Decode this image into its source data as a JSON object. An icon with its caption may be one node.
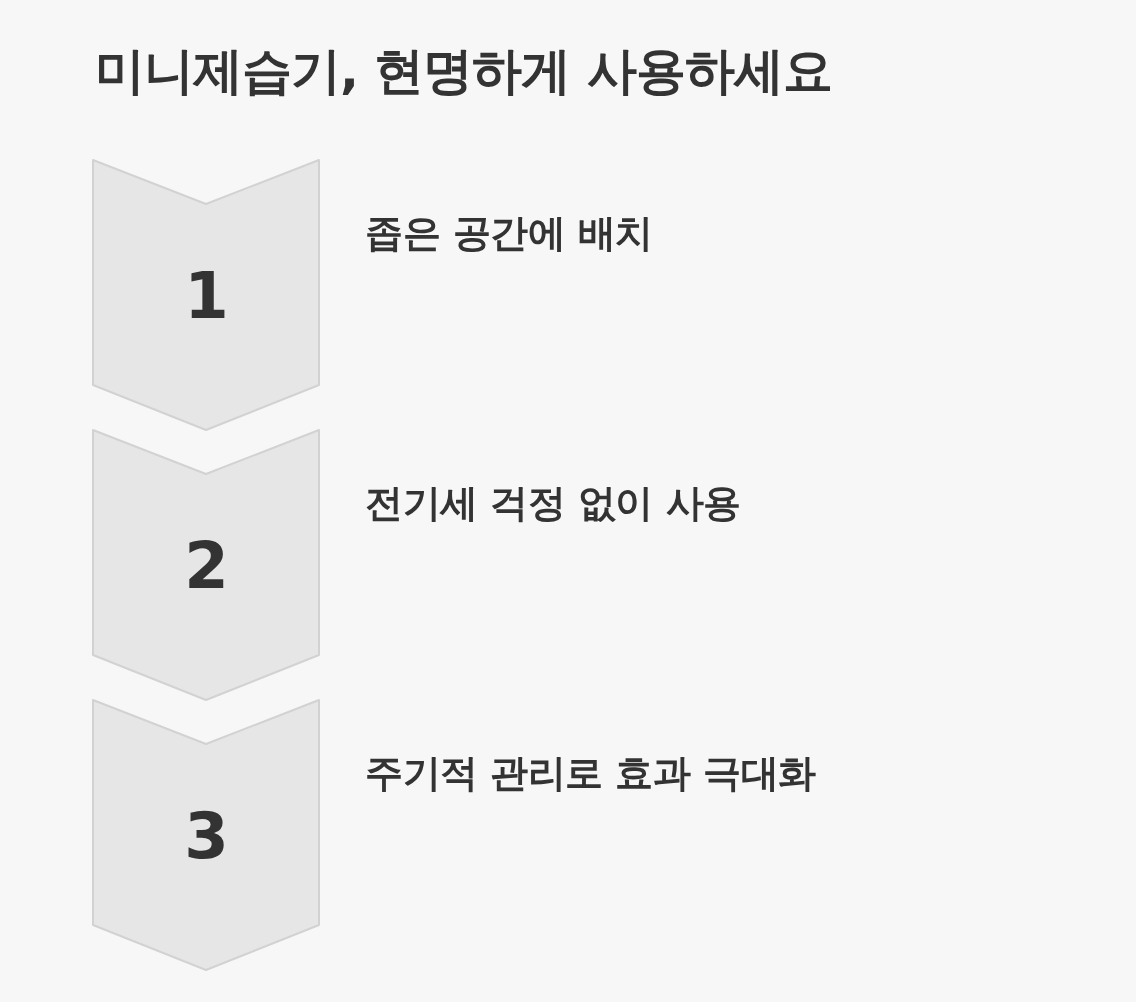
{
  "diagram": {
    "title": "미니제습기, 현명하게 사용하세요",
    "nodes": [
      {
        "text": [
          "1"
        ],
        "beside": [
          "좁은 공간에 배치"
        ]
      },
      {
        "text": [
          "2"
        ],
        "beside": [
          "전기세 걱정 없이 사용"
        ]
      },
      {
        "text": [
          "3"
        ],
        "beside": [
          "주기적 관리로 효과 극대화"
        ]
      }
    ]
  }
}
